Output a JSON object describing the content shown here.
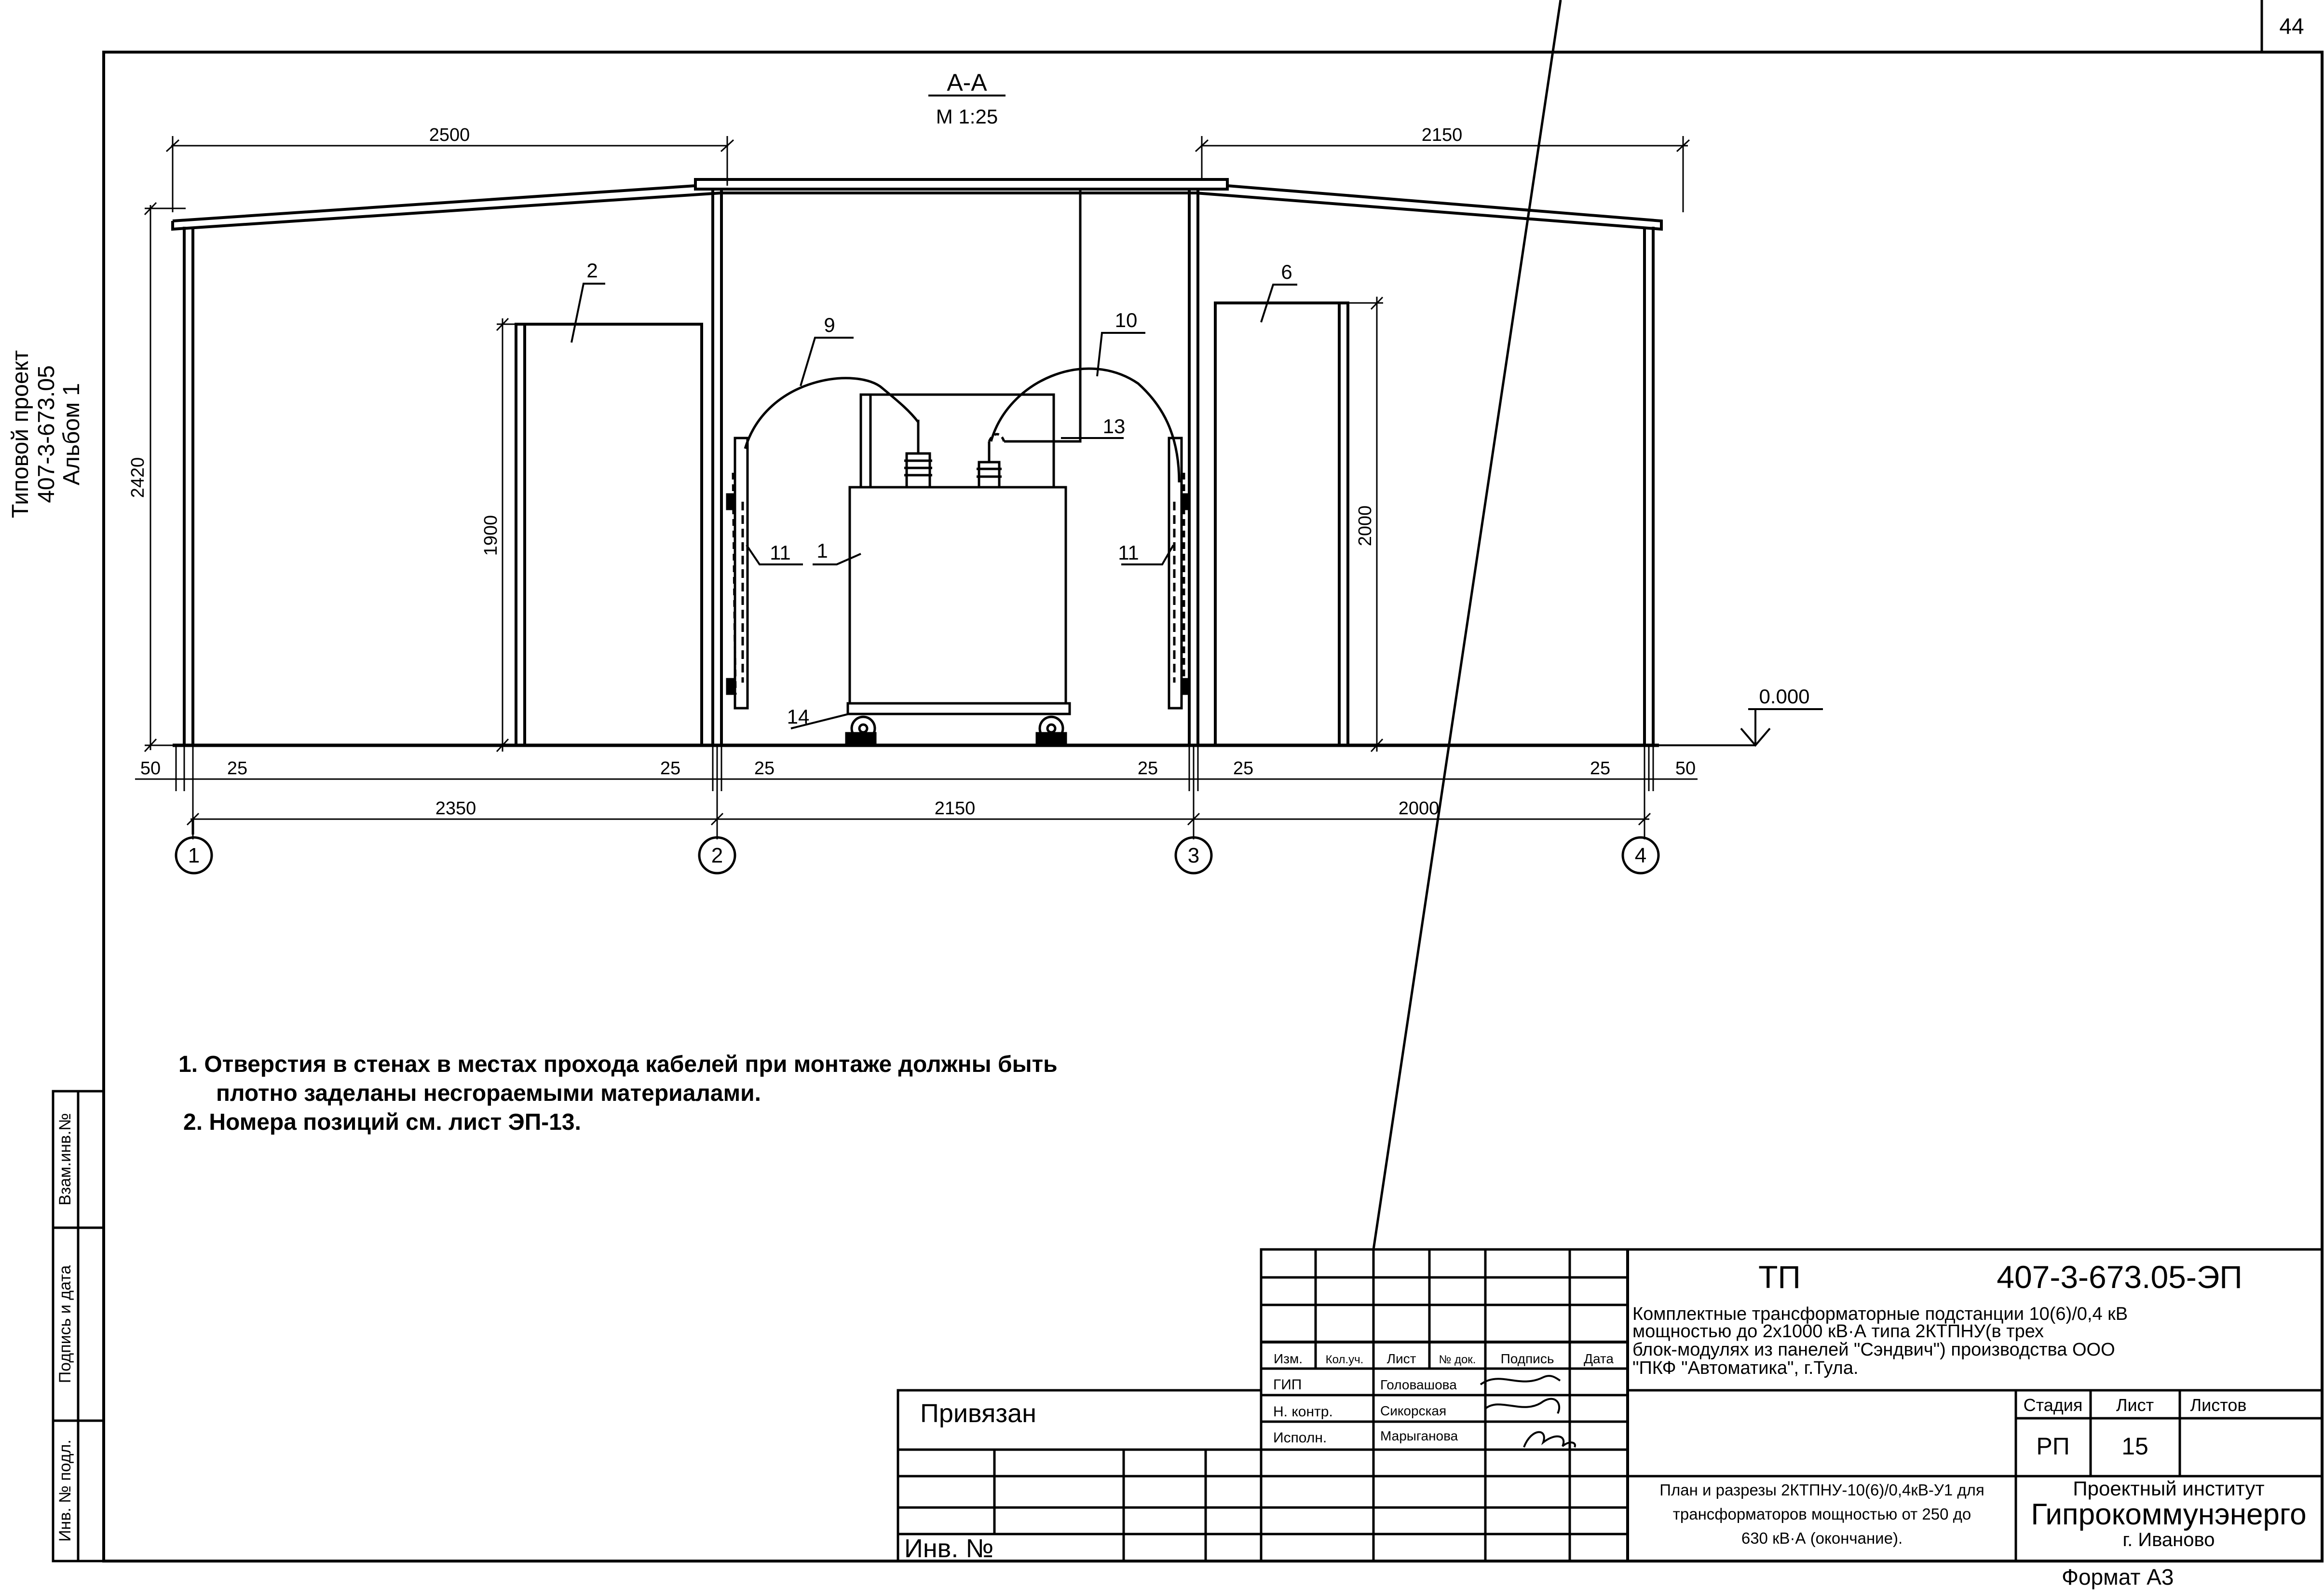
{
  "page": {
    "number": "44",
    "format": "Формат А3"
  },
  "side_stamp": {
    "line1": "Типовой проект",
    "line2": "407-3-673.05",
    "line3": "Альбом 1",
    "vzam_inv": "Взам.инв.№",
    "podpis_data": "Подпись и дата",
    "inv_podl": "Инв. № подл."
  },
  "section": {
    "title": "А-А",
    "scale": "М 1:25"
  },
  "dimensions": {
    "top_left": "2500",
    "top_right": "2150",
    "height_total": "2420",
    "door_left": "1900",
    "door_right": "2000",
    "bottom_left_span": "2350",
    "bottom_mid_span": "2150",
    "bottom_right_span": "2000",
    "small_50_left": "50",
    "small_25_a": "25",
    "small_25_b": "25",
    "small_25_c": "25",
    "small_25_d": "25",
    "small_25_e": "25",
    "small_25_f": "25",
    "small_50_right": "50",
    "level": "0.000"
  },
  "positions": {
    "p1": "1",
    "p2": "2",
    "p6": "6",
    "p9": "9",
    "p10": "10",
    "p11a": "11",
    "p11b": "11",
    "p13": "13",
    "p14": "14"
  },
  "axes": [
    "1",
    "2",
    "3",
    "4"
  ],
  "notes": {
    "n1a": "1.  Отверстия в стенах в местах прохода кабелей при монтаже должны быть",
    "n1b": "плотно заделаны несгораемыми материалами.",
    "n2": "2. Номера позиций см. лист ЭП-13."
  },
  "titleblock": {
    "code_prefix": "ТП",
    "code": "407-3-673.05-ЭП",
    "desc1": "Комплектные трансформаторные подстанции 10(6)/0,4 кВ",
    "desc2": "мощностью до 2х1000 кВ·А типа 2КТПНУ(в трех",
    "desc3": "блок-модулях из панелей \"Сэндвич\") производства ООО",
    "desc4": "\"ПКФ \"Автоматика\", г.Тула.",
    "hdr_izm": "Изм.",
    "hdr_koluch": "Кол.уч.",
    "hdr_list": "Лист",
    "hdr_ndok": "№ док.",
    "hdr_podpis": "Подпись",
    "hdr_data": "Дата",
    "gip": "ГИП",
    "gip_name": "Головашова",
    "nkontr": "Н. контр.",
    "nkontr_name": "Сикорская",
    "ispoln": "Исполн.",
    "ispoln_name": "Марыганова",
    "stadia": "Стадия",
    "list": "Лист",
    "listov": "Листов",
    "stadia_val": "РП",
    "list_val": "15",
    "sheet_title1": "План и разрезы 2КТПНУ-10(6)/0,4кВ-У1 для",
    "sheet_title2": "трансформаторов мощностью от 250 до",
    "sheet_title3": "630 кВ·А (окончание).",
    "org1": "Проектный институт",
    "org2": "Гипрокоммунэнерго",
    "org3": "г. Иваново",
    "privyazan": "Привязан",
    "inv_no": "Инв. №"
  }
}
